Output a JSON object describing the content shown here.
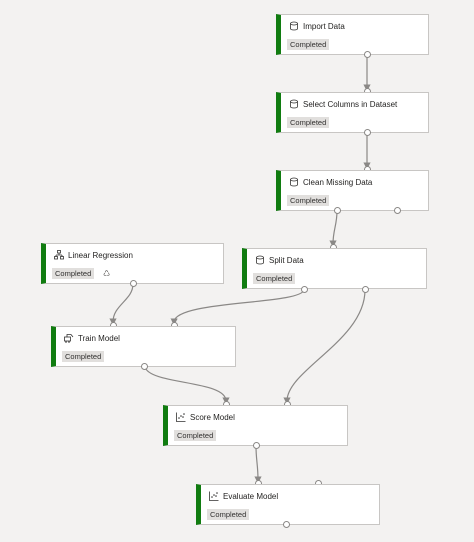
{
  "colors": {
    "accent": "#107c10",
    "background": "#f3f2f1",
    "wire": "#8a8886"
  },
  "nodes": [
    {
      "id": "import",
      "title": "Import Data",
      "status": "Completed",
      "icon": "database-icon"
    },
    {
      "id": "select",
      "title": "Select Columns in Dataset",
      "status": "Completed",
      "icon": "database-icon"
    },
    {
      "id": "clean",
      "title": "Clean Missing Data",
      "status": "Completed",
      "icon": "database-icon"
    },
    {
      "id": "linear",
      "title": "Linear Regression",
      "status": "Completed",
      "icon": "hierarchy-icon",
      "extra": "refresh-icon"
    },
    {
      "id": "split",
      "title": "Split Data",
      "status": "Completed",
      "icon": "database-icon"
    },
    {
      "id": "train",
      "title": "Train Model",
      "status": "Completed",
      "icon": "train-icon"
    },
    {
      "id": "score",
      "title": "Score Model",
      "status": "Completed",
      "icon": "scatter-icon"
    },
    {
      "id": "evaluate",
      "title": "Evaluate Model",
      "status": "Completed",
      "icon": "scatter-icon"
    }
  ]
}
